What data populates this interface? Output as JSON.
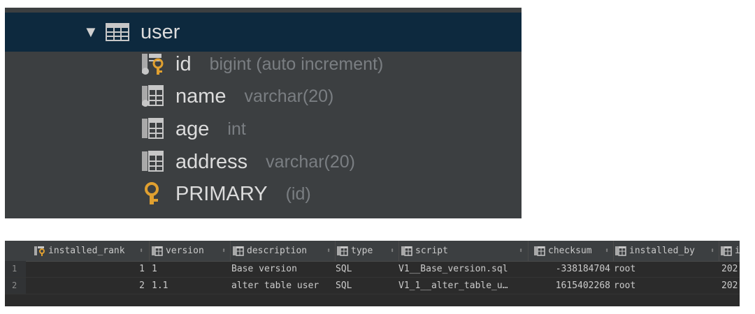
{
  "tree": {
    "table": {
      "name": "user",
      "expanded": true
    },
    "columns": [
      {
        "name": "id",
        "type": "bigint (auto increment)",
        "icon": "primary-key-column-icon"
      },
      {
        "name": "name",
        "type": "varchar(20)",
        "icon": "nullable-column-icon"
      },
      {
        "name": "age",
        "type": "int",
        "icon": "column-icon"
      },
      {
        "name": "address",
        "type": "varchar(20)",
        "icon": "column-icon"
      }
    ],
    "key": {
      "name": "PRIMARY",
      "columns": "(id)",
      "icon": "key-icon"
    }
  },
  "grid": {
    "headers": [
      {
        "label": "installed_rank",
        "icon": "primary-key-column-icon"
      },
      {
        "label": "version",
        "icon": "column-icon"
      },
      {
        "label": "description",
        "icon": "column-icon"
      },
      {
        "label": "type",
        "icon": "column-icon"
      },
      {
        "label": "script",
        "icon": "column-icon"
      },
      {
        "label": "checksum",
        "icon": "column-icon"
      },
      {
        "label": "installed_by",
        "icon": "column-icon"
      },
      {
        "label": "i",
        "icon": "column-icon"
      }
    ],
    "rows": [
      {
        "num": "1",
        "installed_rank": "1",
        "version": "1",
        "description": "Base version",
        "type": "SQL",
        "script": "V1__Base_version.sql",
        "checksum": "-338184704",
        "installed_by": "root",
        "installed_on": "202"
      },
      {
        "num": "2",
        "installed_rank": "2",
        "version": "1.1",
        "description": "alter table user",
        "type": "SQL",
        "script": "V1_1__alter_table_u…",
        "checksum": "1615402268",
        "installed_by": "root",
        "installed_on": "202"
      }
    ]
  },
  "colors": {
    "panel": "#3c3f41",
    "selection": "#0d293e",
    "grid_bg": "#2b2b2b",
    "key_gold": "#e0a030"
  }
}
